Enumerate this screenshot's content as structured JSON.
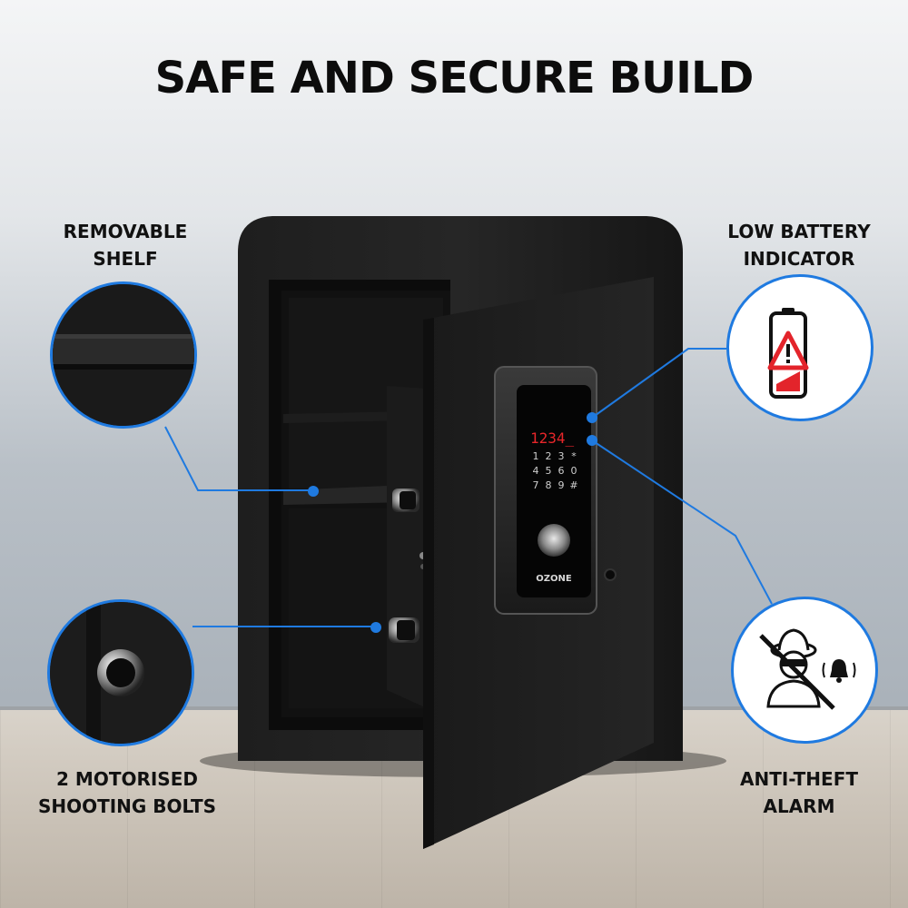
{
  "title": "SAFE AND SECURE BUILD",
  "features": {
    "removable_shelf": {
      "line1": "REMOVABLE",
      "line2": "SHELF"
    },
    "shooting_bolts": {
      "line1": "2 MOTORISED",
      "line2": "SHOOTING BOLTS"
    },
    "low_battery": {
      "line1": "LOW BATTERY",
      "line2": "INDICATOR"
    },
    "anti_theft": {
      "line1": "ANTI-THEFT",
      "line2": "ALARM"
    }
  },
  "keypad": {
    "display": "1234_",
    "rows": [
      [
        "1",
        "2",
        "3",
        "*"
      ],
      [
        "4",
        "5",
        "6",
        "0"
      ],
      [
        "7",
        "8",
        "9",
        "#"
      ]
    ],
    "brand": "OZONE"
  },
  "colors": {
    "accent": "#1f7ae0",
    "alert": "#e3242b",
    "display_digits": "#e8262a"
  },
  "icons": {
    "battery": "low-battery-warning-icon",
    "alarm": "anti-theft-alarm-icon"
  }
}
